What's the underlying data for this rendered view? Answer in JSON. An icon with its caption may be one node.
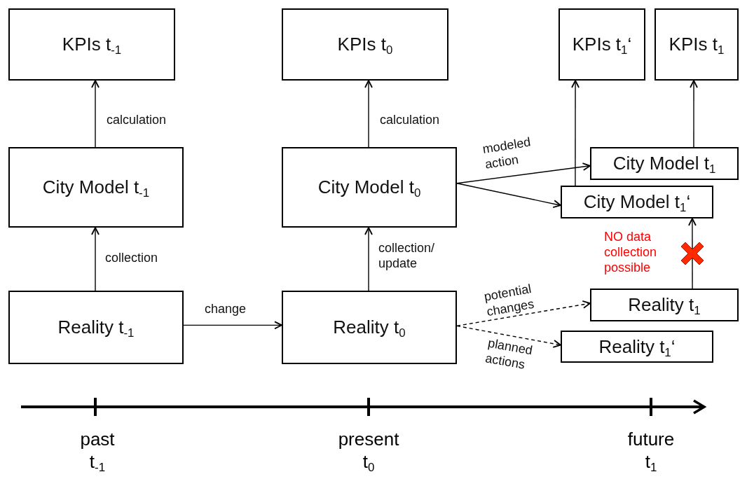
{
  "diagram": {
    "nodes": [
      {
        "text": [
          "KPIs t$_{-1}$"
        ]
      },
      {
        "text": [
          "KPIs t$_{0}$"
        ]
      },
      {
        "text": [
          "KPIs t$_{1}$‘"
        ]
      },
      {
        "text": [
          "KPIs t$_{1}$"
        ]
      },
      {
        "text": [
          "City Model t$_{-1}$"
        ]
      },
      {
        "text": [
          "City Model t$_{0}$"
        ]
      },
      {
        "text": [
          "City Model t$_{1}$"
        ]
      },
      {
        "text": [
          "City Model t$_{1}$‘"
        ]
      },
      {
        "text": [
          "Reality t$_{-1}$"
        ]
      },
      {
        "text": [
          "Reality t$_{0}$"
        ]
      },
      {
        "text": [
          "Reality t$_{1}$"
        ]
      },
      {
        "text": [
          "Reality t$_{1}$‘"
        ]
      }
    ],
    "edges": [
      {
        "from": 4,
        "to": 0,
        "arrow": "to",
        "label": "calculation"
      },
      {
        "from": 8,
        "to": 4,
        "arrow": "to",
        "label": "collection"
      },
      {
        "from": 5,
        "to": 1,
        "arrow": "to",
        "label": "calculation"
      },
      {
        "from": 9,
        "to": 5,
        "arrow": "to",
        "label": "collection/ update"
      },
      {
        "from": 8,
        "to": 9,
        "arrow": "to",
        "label": "change"
      },
      {
        "from": 5,
        "to": 6,
        "arrow": "to",
        "label": "modeled action"
      },
      {
        "from": 5,
        "to": 7,
        "arrow": "to"
      },
      {
        "from": 7,
        "to": 2,
        "arrow": "to"
      },
      {
        "from": 6,
        "to": 3,
        "arrow": "to"
      },
      {
        "from": 10,
        "to": 7,
        "arrow": "to",
        "label": "NO data collection possible"
      },
      {
        "from": 9,
        "to": 10,
        "arrow": "to",
        "style": "dashed",
        "label": "potential changes"
      },
      {
        "from": 9,
        "to": 11,
        "arrow": "to",
        "style": "dashed",
        "label": "planned actions"
      }
    ],
    "labels": [
      "past",
      "t$_{-1}$",
      "present",
      "t$_{0}$",
      "future",
      "t$_{1}$"
    ]
  }
}
